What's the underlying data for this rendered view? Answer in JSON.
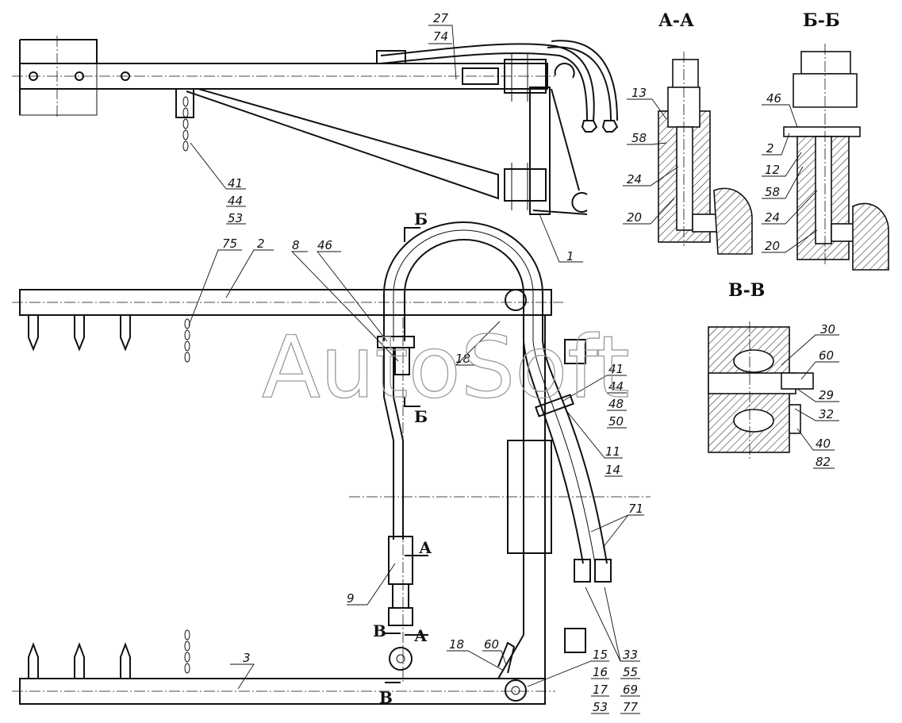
{
  "watermark": "AutoSoft",
  "sections": {
    "aa": "А-А",
    "bb": "Б-Б",
    "vv": "В-В"
  },
  "cut_marks": {
    "b_top": "Б",
    "b_bottom": "Б",
    "a_top": "А",
    "a_bottom": "А",
    "v_top": "В",
    "v_bottom": "В"
  },
  "callouts": {
    "c27": "27",
    "c74": "74",
    "c41a": "41",
    "c44a": "44",
    "c53a": "53",
    "c1": "1",
    "c13": "13",
    "c58a": "58",
    "c24a": "24",
    "c20a": "20",
    "c46a": "46",
    "c2a": "2",
    "c12": "12",
    "c58b": "58",
    "c24b": "24",
    "c20b": "20",
    "c30": "30",
    "c60a": "60",
    "c29": "29",
    "c32": "32",
    "c40": "40",
    "c82": "82",
    "c75": "75",
    "c2b": "2",
    "c8": "8",
    "c46b": "46",
    "c18a": "18",
    "c41b": "41",
    "c44b": "44",
    "c48": "48",
    "c50": "50",
    "c11": "11",
    "c14": "14",
    "c71": "71",
    "c9": "9",
    "c3": "3",
    "c18b": "18",
    "c60b": "60",
    "c15": "15",
    "c16": "16",
    "c17": "17",
    "c53b": "53",
    "c33": "33",
    "c55": "55",
    "c69": "69",
    "c77": "77"
  }
}
